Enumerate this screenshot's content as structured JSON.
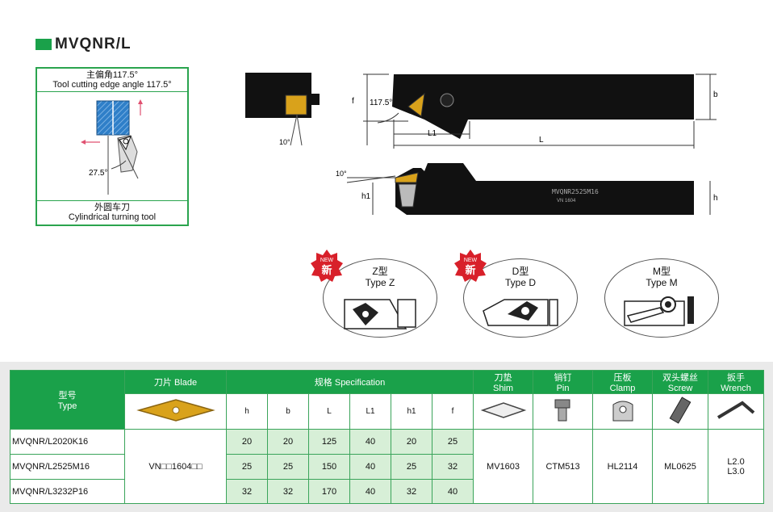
{
  "title": "MVQNR/L",
  "left_panel": {
    "header_cn": "主偏角117.5°",
    "header_en": "Tool cutting edge angle 117.5°",
    "angle_label": "27.5°",
    "footer_cn": "外圆车刀",
    "footer_en": "Cylindrical turning tool"
  },
  "drawing": {
    "angle_top": "117.5°",
    "angle_side_left": "10°",
    "angle_side_right": "10°",
    "dim_f": "f",
    "dim_L1": "L1",
    "dim_L": "L",
    "dim_b": "b",
    "dim_h": "h",
    "dim_h1": "h1",
    "engraving": "MVQNR2525M16",
    "engraving_small": "VN 1604"
  },
  "types": [
    {
      "badge": "新",
      "badge_en": "NEW",
      "cn": "Z型",
      "en": "Type Z"
    },
    {
      "badge": "新",
      "badge_en": "NEW",
      "cn": "D型",
      "en": "Type D"
    },
    {
      "cn": "M型",
      "en": "Type M"
    }
  ],
  "table": {
    "col_type_cn": "型号",
    "col_type_en": "Type",
    "col_blade": "刀片 Blade",
    "col_spec": "规格 Specification",
    "col_shim_cn": "刀垫",
    "col_shim_en": "Shim",
    "col_pin_cn": "销钉",
    "col_pin_en": "Pin",
    "col_clamp_cn": "压板",
    "col_clamp_en": "Clamp",
    "col_screw_cn": "双头螺丝",
    "col_screw_en": "Screw",
    "col_wrench_cn": "扳手",
    "col_wrench_en": "Wrench",
    "spec_cols": [
      "h",
      "b",
      "L",
      "L1",
      "h1",
      "f"
    ],
    "rows": [
      {
        "model": "MVQNR/L2020K16",
        "values": [
          "20",
          "20",
          "125",
          "40",
          "20",
          "25"
        ]
      },
      {
        "model": "MVQNR/L2525M16",
        "values": [
          "25",
          "25",
          "150",
          "40",
          "25",
          "32"
        ]
      },
      {
        "model": "MVQNR/L3232P16",
        "values": [
          "32",
          "32",
          "170",
          "40",
          "32",
          "40"
        ]
      }
    ],
    "blade_code": "VN□□1604□□",
    "shim": "MV1603",
    "pin": "CTM513",
    "clamp": "HL2114",
    "screw": "ML0625",
    "wrench_1": "L2.0",
    "wrench_2": "L3.0"
  },
  "colors": {
    "accent": "#1aa14a",
    "insert": "#d9a21b",
    "tool": "#111111"
  }
}
